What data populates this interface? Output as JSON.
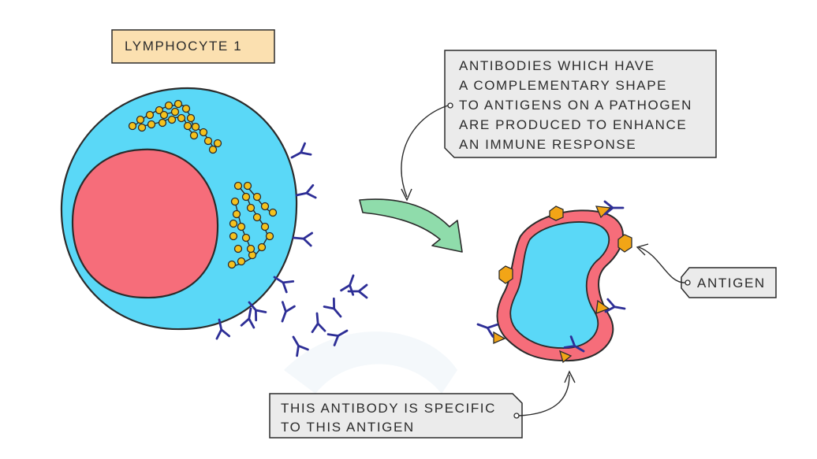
{
  "title_label": "LYMPHOCYTE 1",
  "callout_antibodies": {
    "lines": [
      "ANTIBODIES WHICH HAVE",
      "A COMPLEMENTARY SHAPE",
      "TO ANTIGENS ON A PATHOGEN",
      "ARE PRODUCED TO ENHANCE",
      "AN IMMUNE RESPONSE"
    ]
  },
  "callout_antigen": "ANTIGEN",
  "callout_specific": {
    "lines": [
      "THIS ANTIBODY IS SPECIFIC",
      "TO THIS ANTIGEN"
    ]
  },
  "colors": {
    "cytoplasm": "#5ad8f7",
    "nucleus": "#f66d7a",
    "antibody": "#2d2e96",
    "antigen": "#f2a516",
    "ribosome": "#f5c21d",
    "arrow": "#8fdcab",
    "title_box": "#fbe0b0",
    "callout_box": "#ebebeb",
    "outline": "#2b2b2b"
  }
}
